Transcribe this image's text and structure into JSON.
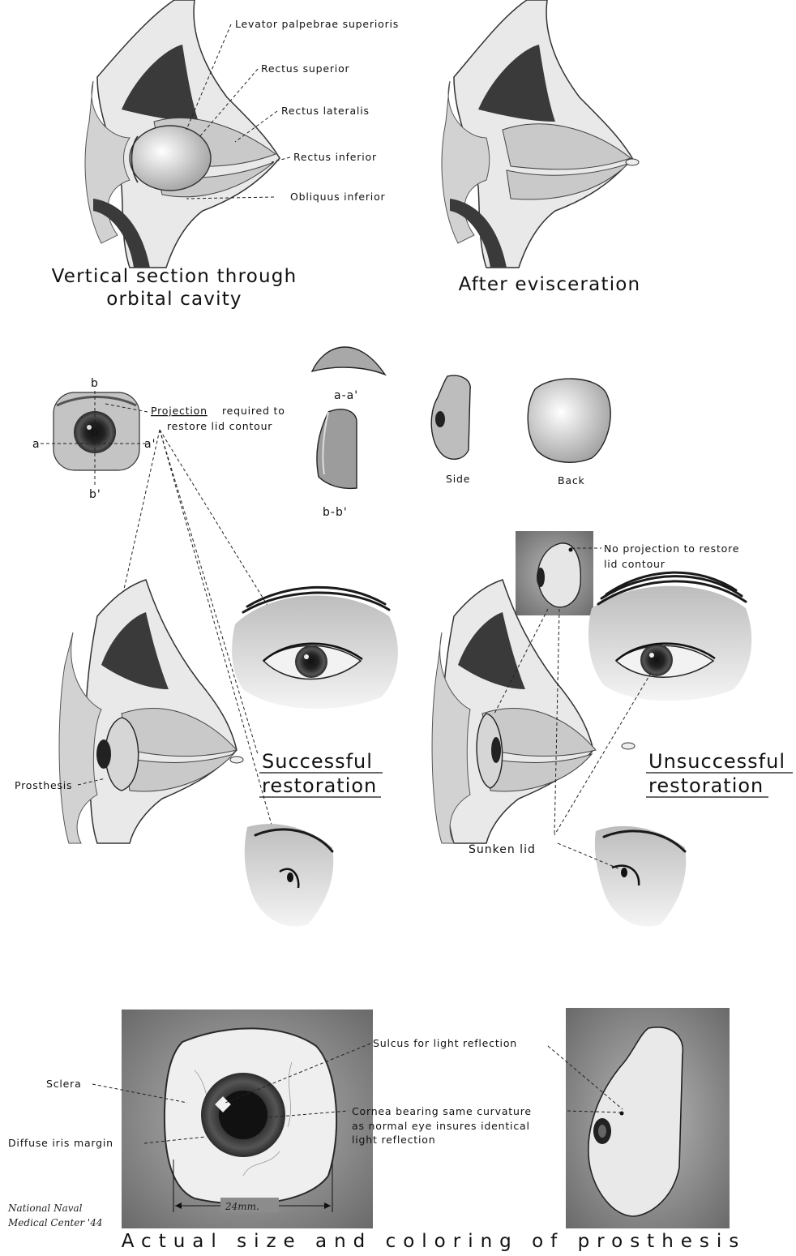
{
  "top": {
    "left_caption_line1": "Vertical section through",
    "left_caption_line2": "orbital cavity",
    "right_caption": "After evisceration",
    "muscle_labels": [
      "Levator palpebrae superioris",
      "Rectus superior",
      "Rectus lateralis",
      "Rectus inferior",
      "Obliquus inferior"
    ]
  },
  "section_diagram": {
    "marks": {
      "a": "a",
      "a_prime": "a'",
      "b": "b",
      "b_prime": "b'"
    },
    "projection_word": "Projection",
    "projection_rest": "required to",
    "projection_line2": "restore lid contour",
    "section_aa": "a-a'",
    "section_bb": "b-b'",
    "side": "Side",
    "back": "Back"
  },
  "middle": {
    "no_projection_line1": "No projection to restore",
    "no_projection_line2": "lid contour",
    "prosthesis": "Prosthesis",
    "successful_line1": "Successful",
    "successful_line2": "restoration",
    "unsuccessful_line1": "Unsuccessful",
    "unsuccessful_line2": "restoration",
    "sunken_lid": "Sunken lid"
  },
  "bottom": {
    "sulcus": "Sulcus for light reflection",
    "sclera": "Sclera",
    "cornea_line1": "Cornea bearing same curvature",
    "cornea_line2": "as normal eye insures identical",
    "cornea_line3": "light reflection",
    "iris_margin": "Diffuse iris margin",
    "measure": "24mm.",
    "caption": "Actual size and coloring of prosthesis",
    "signature_line1": "National Naval",
    "signature_line2": "Medical Center '44"
  }
}
